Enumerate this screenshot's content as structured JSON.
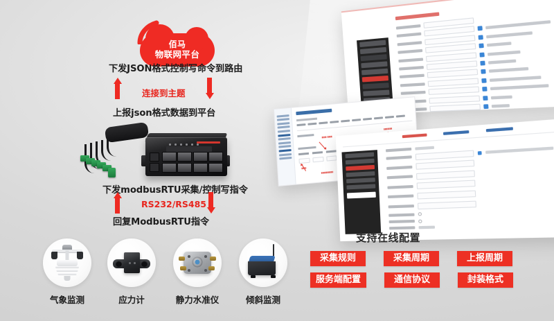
{
  "background": {
    "base_color": "#d8d8d8",
    "accent_red": "#ed3024"
  },
  "cloud": {
    "icon": "wifi-signal-icon",
    "line1": "佰马",
    "line2": "物联网平台"
  },
  "flow": {
    "downlink_json": "下发JSON格式控制写命令到路由",
    "topic_label": "连接到主题",
    "uplink_json": "上报json格式数据到平台",
    "downlink_modbus": "下发modbusRTU采集/控制写指令",
    "serial_label": "RS232/RS485",
    "uplink_modbus": "回复ModbusRTU指令"
  },
  "device": {
    "name": "industrial-router",
    "ports": 8
  },
  "sensors": [
    {
      "icon": "weather-station-icon",
      "label": "气象监测"
    },
    {
      "icon": "strain-gauge-icon",
      "label": "应力计"
    },
    {
      "icon": "hydrostatic-level-icon",
      "label": "静力水准仪"
    },
    {
      "icon": "tilt-sensor-icon",
      "label": "倾斜监测"
    }
  ],
  "config": {
    "heading": "支持在线配置",
    "tags": [
      [
        "采集规则",
        "采集周期",
        "上报周期"
      ],
      [
        "服务端配置",
        "通信协议",
        "封装格式"
      ]
    ]
  },
  "panels": [
    {
      "name": "device-settings-screenshot",
      "position": "top-right"
    },
    {
      "name": "modbus-config-screenshot",
      "position": "middle"
    },
    {
      "name": "network-config-screenshot",
      "position": "bottom-right"
    }
  ]
}
